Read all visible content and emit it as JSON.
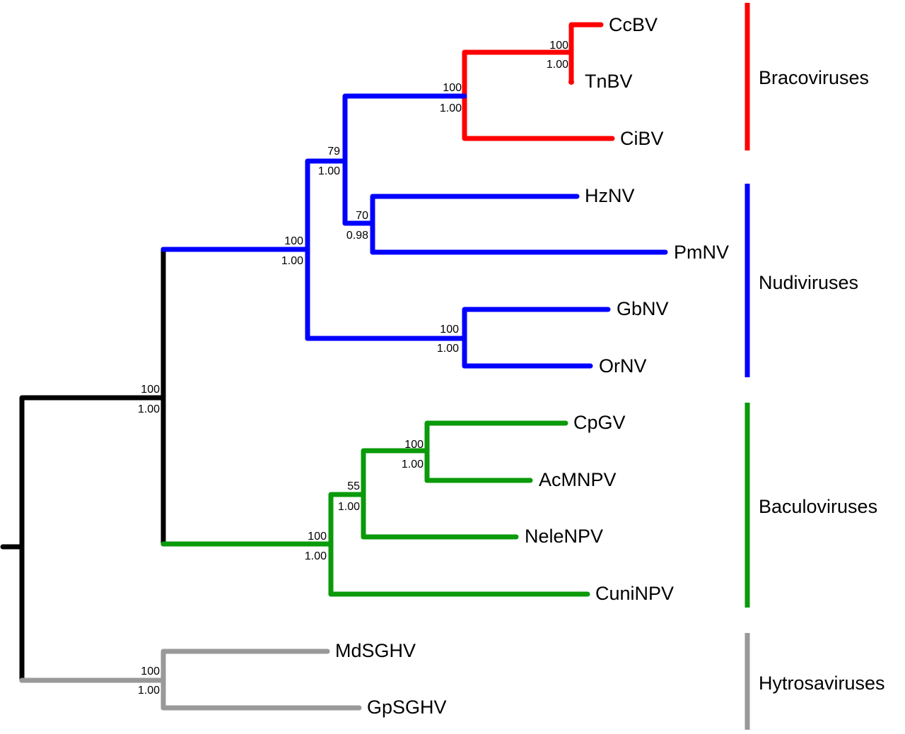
{
  "colors": {
    "root": "#000000",
    "bracoviruses": "#ff0000",
    "nudiviruses": "#0000ff",
    "baculoviruses": "#0a9a0a",
    "hytrosaviruses": "#999999"
  },
  "taxa": {
    "CcBV": "CcBV",
    "TnBV": "TnBV",
    "CiBV": "CiBV",
    "HzNV": "HzNV",
    "PmNV": "PmNV",
    "GbNV": "GbNV",
    "OrNV": "OrNV",
    "CpGV": "CpGV",
    "AcMNPV": "AcMNPV",
    "NeleNPV": "NeleNPV",
    "CuniNPV": "CuniNPV",
    "MdSGHV": "MdSGHV",
    "GpSGHV": "GpSGHV"
  },
  "groups": {
    "bracoviruses": "Bracoviruses",
    "nudiviruses": "Nudiviruses",
    "baculoviruses": "Baculoviruses",
    "hytrosaviruses": "Hytrosaviruses"
  },
  "support": {
    "CcBV_TnBV": {
      "bootstrap": "100",
      "posterior": "1.00"
    },
    "bracovirus_clade": {
      "bootstrap": "100",
      "posterior": "1.00"
    },
    "braco_HzPm": {
      "bootstrap": "79",
      "posterior": "1.00"
    },
    "HzNV_PmNV": {
      "bootstrap": "70",
      "posterior": "0.98"
    },
    "nudivirus_clade": {
      "bootstrap": "100",
      "posterior": "1.00"
    },
    "GbNV_OrNV": {
      "bootstrap": "100",
      "posterior": "1.00"
    },
    "nudi_baculo": {
      "bootstrap": "100",
      "posterior": "1.00"
    },
    "CpGV_AcMNPV": {
      "bootstrap": "100",
      "posterior": "1.00"
    },
    "CpAc_Nele": {
      "bootstrap": "55",
      "posterior": "1.00"
    },
    "baculovirus_clade": {
      "bootstrap": "100",
      "posterior": "1.00"
    },
    "hytrosavirus_clade": {
      "bootstrap": "100",
      "posterior": "1.00"
    }
  }
}
